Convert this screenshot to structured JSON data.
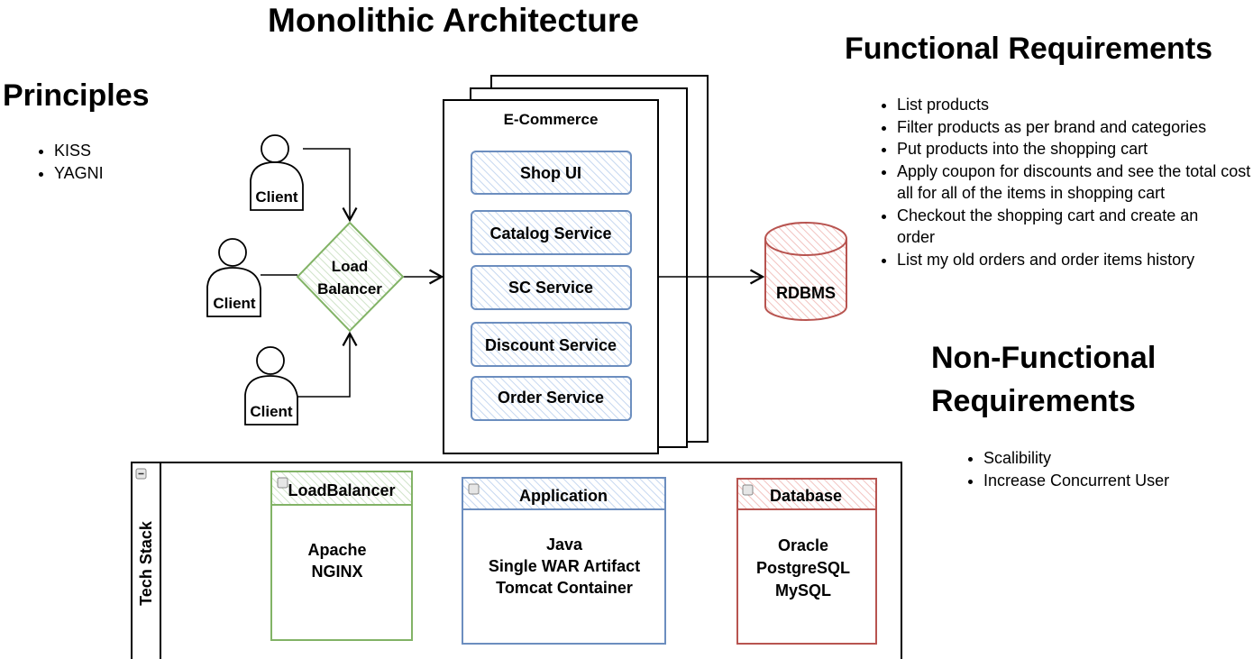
{
  "title": "Monolithic Architecture",
  "principles": {
    "heading": "Principles",
    "items": [
      "KISS",
      "YAGNI"
    ]
  },
  "functional": {
    "heading": "Functional Requirements",
    "items": [
      "List products",
      "Filter products as per brand and categories",
      "Put products into the shopping cart",
      "Apply coupon for discounts and see the total cost all for all of the items in shopping cart",
      "Checkout the shopping cart and create an order",
      "List my old orders and order items history"
    ]
  },
  "non_functional": {
    "heading_line1": "Non-Functional",
    "heading_line2": "Requirements",
    "items": [
      "Scalibility",
      "Increase Concurrent User"
    ]
  },
  "diagram": {
    "clients": [
      "Client",
      "Client",
      "Client"
    ],
    "load_balancer": [
      "Load",
      "Balancer"
    ],
    "app_title": "E-Commerce",
    "services": [
      "Shop UI",
      "Catalog Service",
      "SC Service",
      "Discount Service",
      "Order Service"
    ],
    "database": "RDBMS"
  },
  "tech_stack": {
    "label": "Tech Stack",
    "groups": [
      {
        "title": "LoadBalancer",
        "items": [
          "Apache",
          "NGINX"
        ]
      },
      {
        "title": "Application",
        "items": [
          "Java",
          "Single WAR Artifact",
          "Tomcat Container"
        ]
      },
      {
        "title": "Database",
        "items": [
          "Oracle",
          "PostgreSQL",
          "MySQL"
        ]
      }
    ]
  },
  "colors": {
    "green": "#82b366",
    "blue": "#6c8ebf",
    "red": "#b85450",
    "blue_fill": "#dae8fc",
    "green_fill": "#d5e8d4",
    "red_fill": "#f8cecc"
  }
}
